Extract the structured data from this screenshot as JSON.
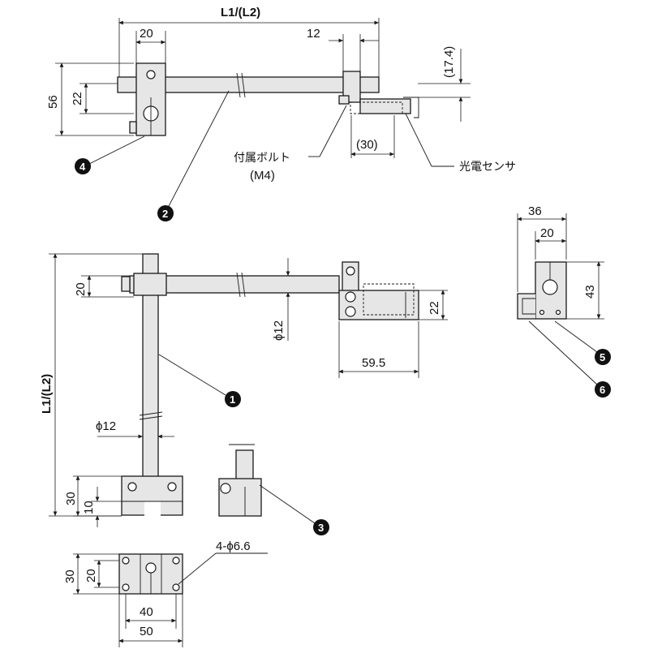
{
  "dimensions": {
    "top_length": "L1/(L2)",
    "top_clamp_width": "20",
    "top_bracket_offset": "12",
    "top_offset_right": "(17.4)",
    "top_height": "56",
    "top_hole_height": "22",
    "top_sensor_width": "(30)",
    "front_rod_spacing": "20",
    "front_rod_dia": "ϕ12",
    "front_sensor_height": "22",
    "front_sensor_length": "59.5",
    "vertical_length": "L1/(L2)",
    "vertical_rod_dia": "ϕ12",
    "base_height": "30",
    "base_step": "10",
    "side_width": "36",
    "side_inner": "20",
    "side_height": "43",
    "base_plate_h": "30",
    "base_plate_h_inner": "20",
    "base_hole_spacing": "40",
    "base_width": "50",
    "base_holes": "4-ϕ6.6"
  },
  "labels": {
    "bolt": "付属ボルト",
    "bolt_size": "(M4)",
    "sensor": "光電センサ"
  },
  "callouts": [
    "1",
    "2",
    "3",
    "4",
    "5",
    "6"
  ]
}
